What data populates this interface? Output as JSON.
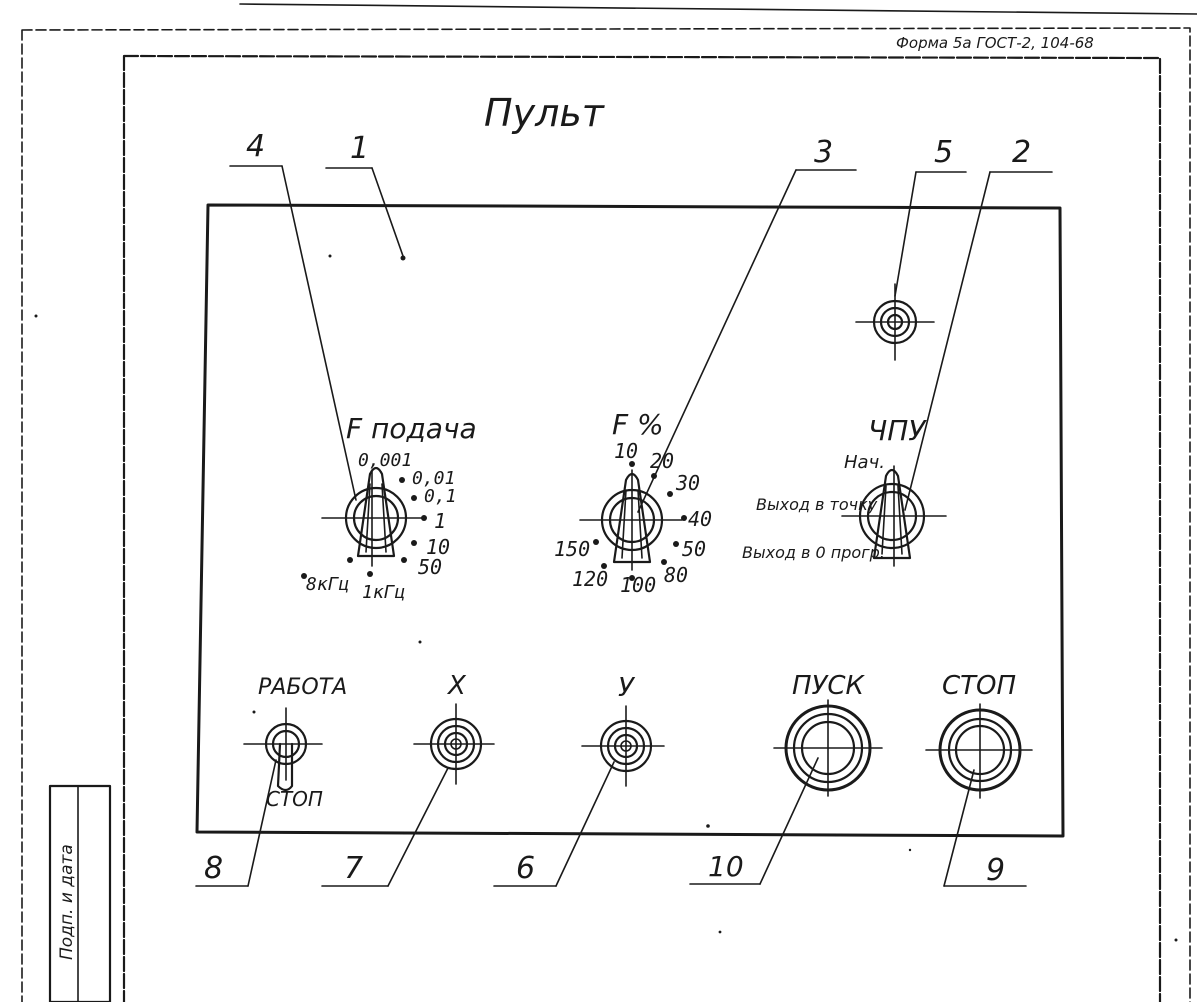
{
  "header": {
    "form_note": "Форма 5а ГОСТ-2, 104-68",
    "title": "Пульт"
  },
  "side_stamp": {
    "signature_label": "Подп. и дата"
  },
  "callouts": {
    "c1": "1",
    "c2": "2",
    "c3": "3",
    "c4": "4",
    "c5": "5",
    "c6": "6",
    "c7": "7",
    "c8": "8",
    "c9": "9",
    "c10": "10"
  },
  "feed_switch": {
    "title": "F подача",
    "positions": [
      "0,001",
      "0,01",
      "0,1",
      "1",
      "10",
      "50",
      "1кГц",
      "8кГц"
    ]
  },
  "percent_switch": {
    "title": "F %",
    "positions": [
      "10",
      "20",
      "30",
      "40",
      "50",
      "80",
      "100",
      "120",
      "150"
    ]
  },
  "cnc_switch": {
    "title": "ЧПУ",
    "positions": [
      "Нач.",
      "Выход в точку",
      "Выход в 0 прогр."
    ]
  },
  "controls": {
    "work_toggle_top": "РАБОТА",
    "work_toggle_bottom": "СТОП",
    "x_button": "X",
    "y_button": "У",
    "start_button": "ПУСК",
    "stop_button": "СТОП"
  },
  "colors": {
    "paper": "#ffffff",
    "ink": "#1a1a1a"
  }
}
